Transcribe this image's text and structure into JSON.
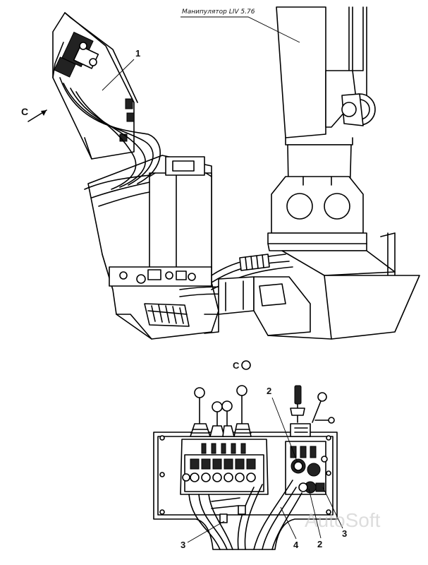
{
  "callouts": {
    "manipulator_title": "Манипулятор LIV 5.76",
    "part_1": "1",
    "part_2_top": "2",
    "part_2_bottom": "2",
    "part_3_left": "3",
    "part_3_right": "3",
    "part_4": "4",
    "view_arrow": "C",
    "view_label": "C"
  },
  "watermark": "AutoSoft",
  "icons": {
    "view_arrow": "arrow-icon",
    "view_marker": "circle-icon"
  }
}
